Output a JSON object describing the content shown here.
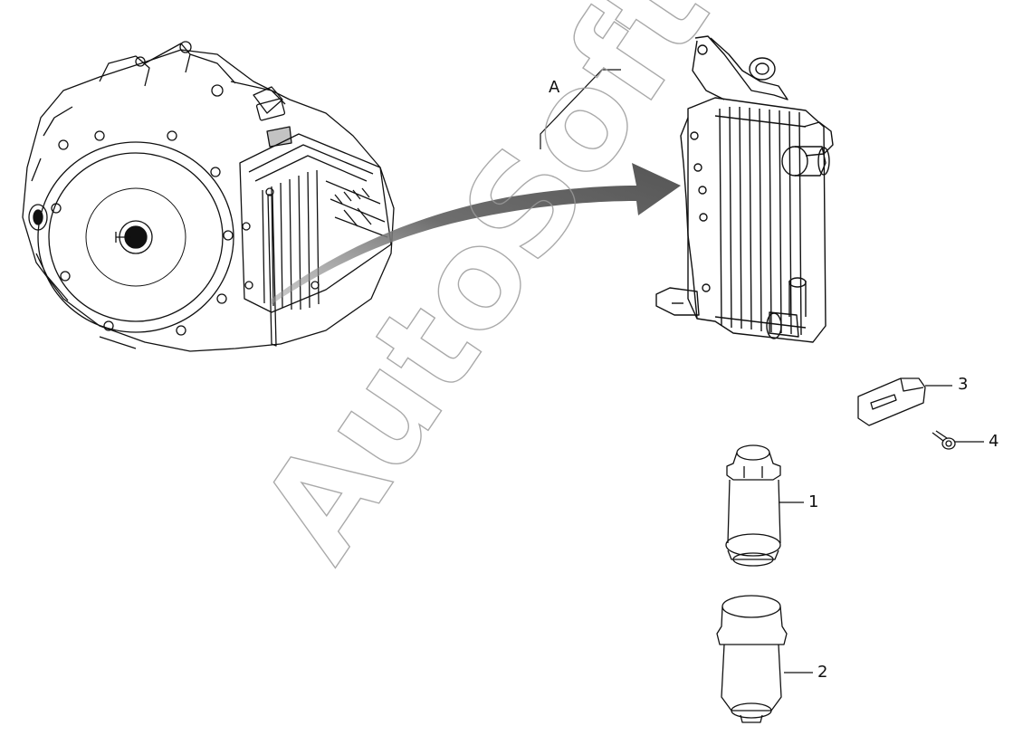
{
  "diagram": {
    "watermark": "AutoSoft",
    "callouts": {
      "a": "A",
      "p1": "1",
      "p2": "2",
      "p3": "3",
      "p4": "4"
    },
    "colors": {
      "line": "#111111",
      "arrow": "#6e6e6e",
      "watermark_stroke": "#9a9a9a"
    }
  }
}
